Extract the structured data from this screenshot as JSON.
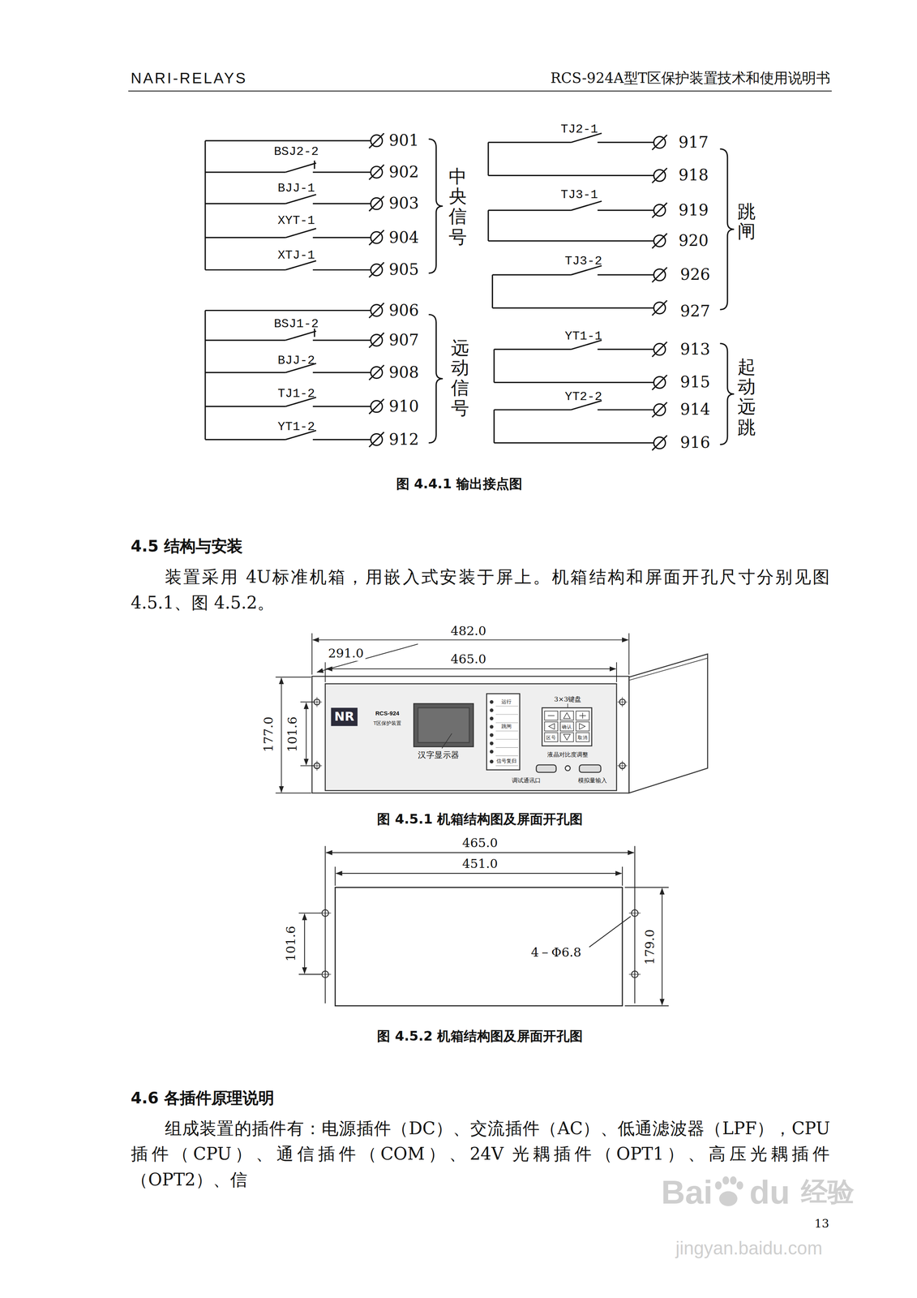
{
  "diagram": {
    "labels": [
      "NARI-RELAYS",
      "RCS-924A型T区保护装置技术和使用说明书",
      "901",
      "BSJ2-2",
      "902",
      "BJJ-1",
      "903",
      "XYT-1",
      "904",
      "XTJ-1",
      "905",
      "中央信号",
      "906",
      "BSJ1-2",
      "907",
      "BJJ-2",
      "908",
      "TJ1-2",
      "910",
      "YT1-2",
      "912",
      "远动信号",
      "TJ2-1",
      "917",
      "918",
      "TJ3-1",
      "919",
      "920",
      "TJ3-2",
      "926",
      "927",
      "跳闸",
      "YT1-1",
      "913",
      "915",
      "YT2-2",
      "914",
      "916",
      "起动远跳",
      "图 4.4.1 输出接点图",
      "4.5 结构与安装",
      "装置采用 4U标准机箱，用嵌入式安装于屏上。机箱结构和屏面开孔尺寸分别见图 4.5.1、图 4.5.2。",
      "482.0",
      "291.0",
      "465.0",
      "177.0",
      "101.6",
      "NR",
      "RCS-924",
      "T区保护装置",
      "汉字显示器",
      "运行",
      "跳闸",
      "信号复归",
      "3×3键盘",
      "确认",
      "区号",
      "取消",
      "液晶对比度调整",
      "调试通讯口",
      "模拟量输入",
      "图 4.5.1 机箱结构图及屏面开孔图",
      "465.0",
      "451.0",
      "101.6",
      "4－Φ6.8",
      "179.0",
      "图 4.5.2 机箱结构图及屏面开孔图",
      "4.6 各插件原理说明",
      "组成装置的插件有：电源插件（DC）、交流插件（AC）、低通滤波器（LPF），CPU 插件（CPU）、通信插件（COM）、24V 光耦插件（OPT1）、高压光耦插件（OPT2）、信",
      "Bai",
      "du",
      "经验",
      "jingyan.baidu.com",
      "13"
    ]
  }
}
